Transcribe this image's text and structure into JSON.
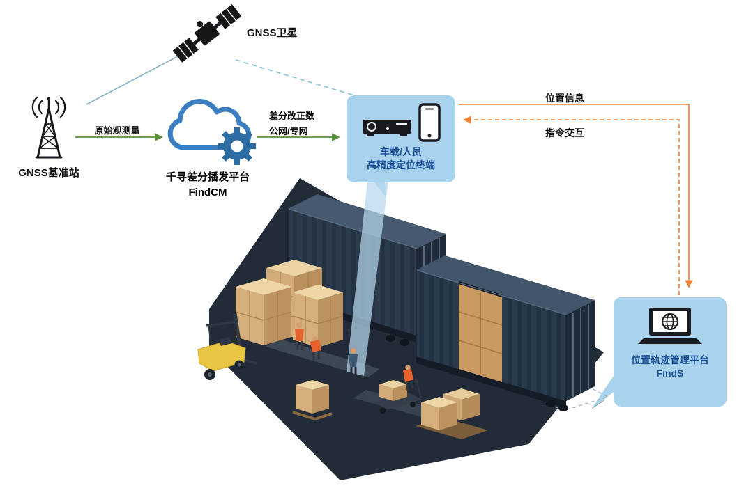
{
  "satellite": {
    "label": "GNSS卫星"
  },
  "base_station": {
    "label": "GNSS基准站"
  },
  "links": {
    "raw_observation": "原始观测量",
    "corrections_line1": "差分改正数",
    "corrections_line2": "公网/专网",
    "position_info": "位置信息",
    "command_interaction": "指令交互"
  },
  "cloud_platform": {
    "line1": "千寻差分播发平台",
    "line2": "FindCM"
  },
  "terminal": {
    "line1": "车载/人员",
    "line2": "高精度定位终端"
  },
  "management_platform": {
    "line1": "位置轨迹管理平台",
    "line2": "FindS"
  },
  "icons": {
    "satellite": "gnss-satellite-icon",
    "base_station": "antenna-tower-icon",
    "cloud": "cloud-gear-icon",
    "receiver": "vehicle-receiver-icon",
    "phone": "smartphone-icon",
    "laptop_globe": "laptop-globe-icon"
  },
  "colors": {
    "bubble_bg": "#a9d2ec",
    "bubble_text": "#1c4f96",
    "arrow_green": "#5a8f3c",
    "arrow_orange": "#ef8232",
    "link_teal": "#7fadc0",
    "cloud_blue": "#3c7fc0",
    "gear_blue": "#2e6da4",
    "container_navy": "#2c3c4e",
    "floor_dark": "#212c38",
    "box_tan": "#d6ae7c",
    "forklift_yellow": "#e8c542"
  }
}
